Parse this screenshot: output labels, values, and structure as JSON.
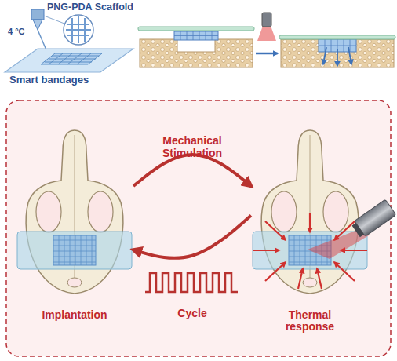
{
  "diagram": {
    "nodes": [
      {
        "text": [
          "Implantation"
        ]
      },
      {
        "text": [
          "Thermal response"
        ]
      }
    ],
    "edges": [
      {
        "from": 0,
        "to": 1,
        "arrow": "to",
        "label": "Mechanical Stimulation"
      },
      {
        "from": 1,
        "to": 0,
        "arrow": "to"
      }
    ],
    "labels": [
      "PNG-PDA Scaffold",
      "4 °C",
      "Smart bandages",
      "Cycle"
    ]
  }
}
